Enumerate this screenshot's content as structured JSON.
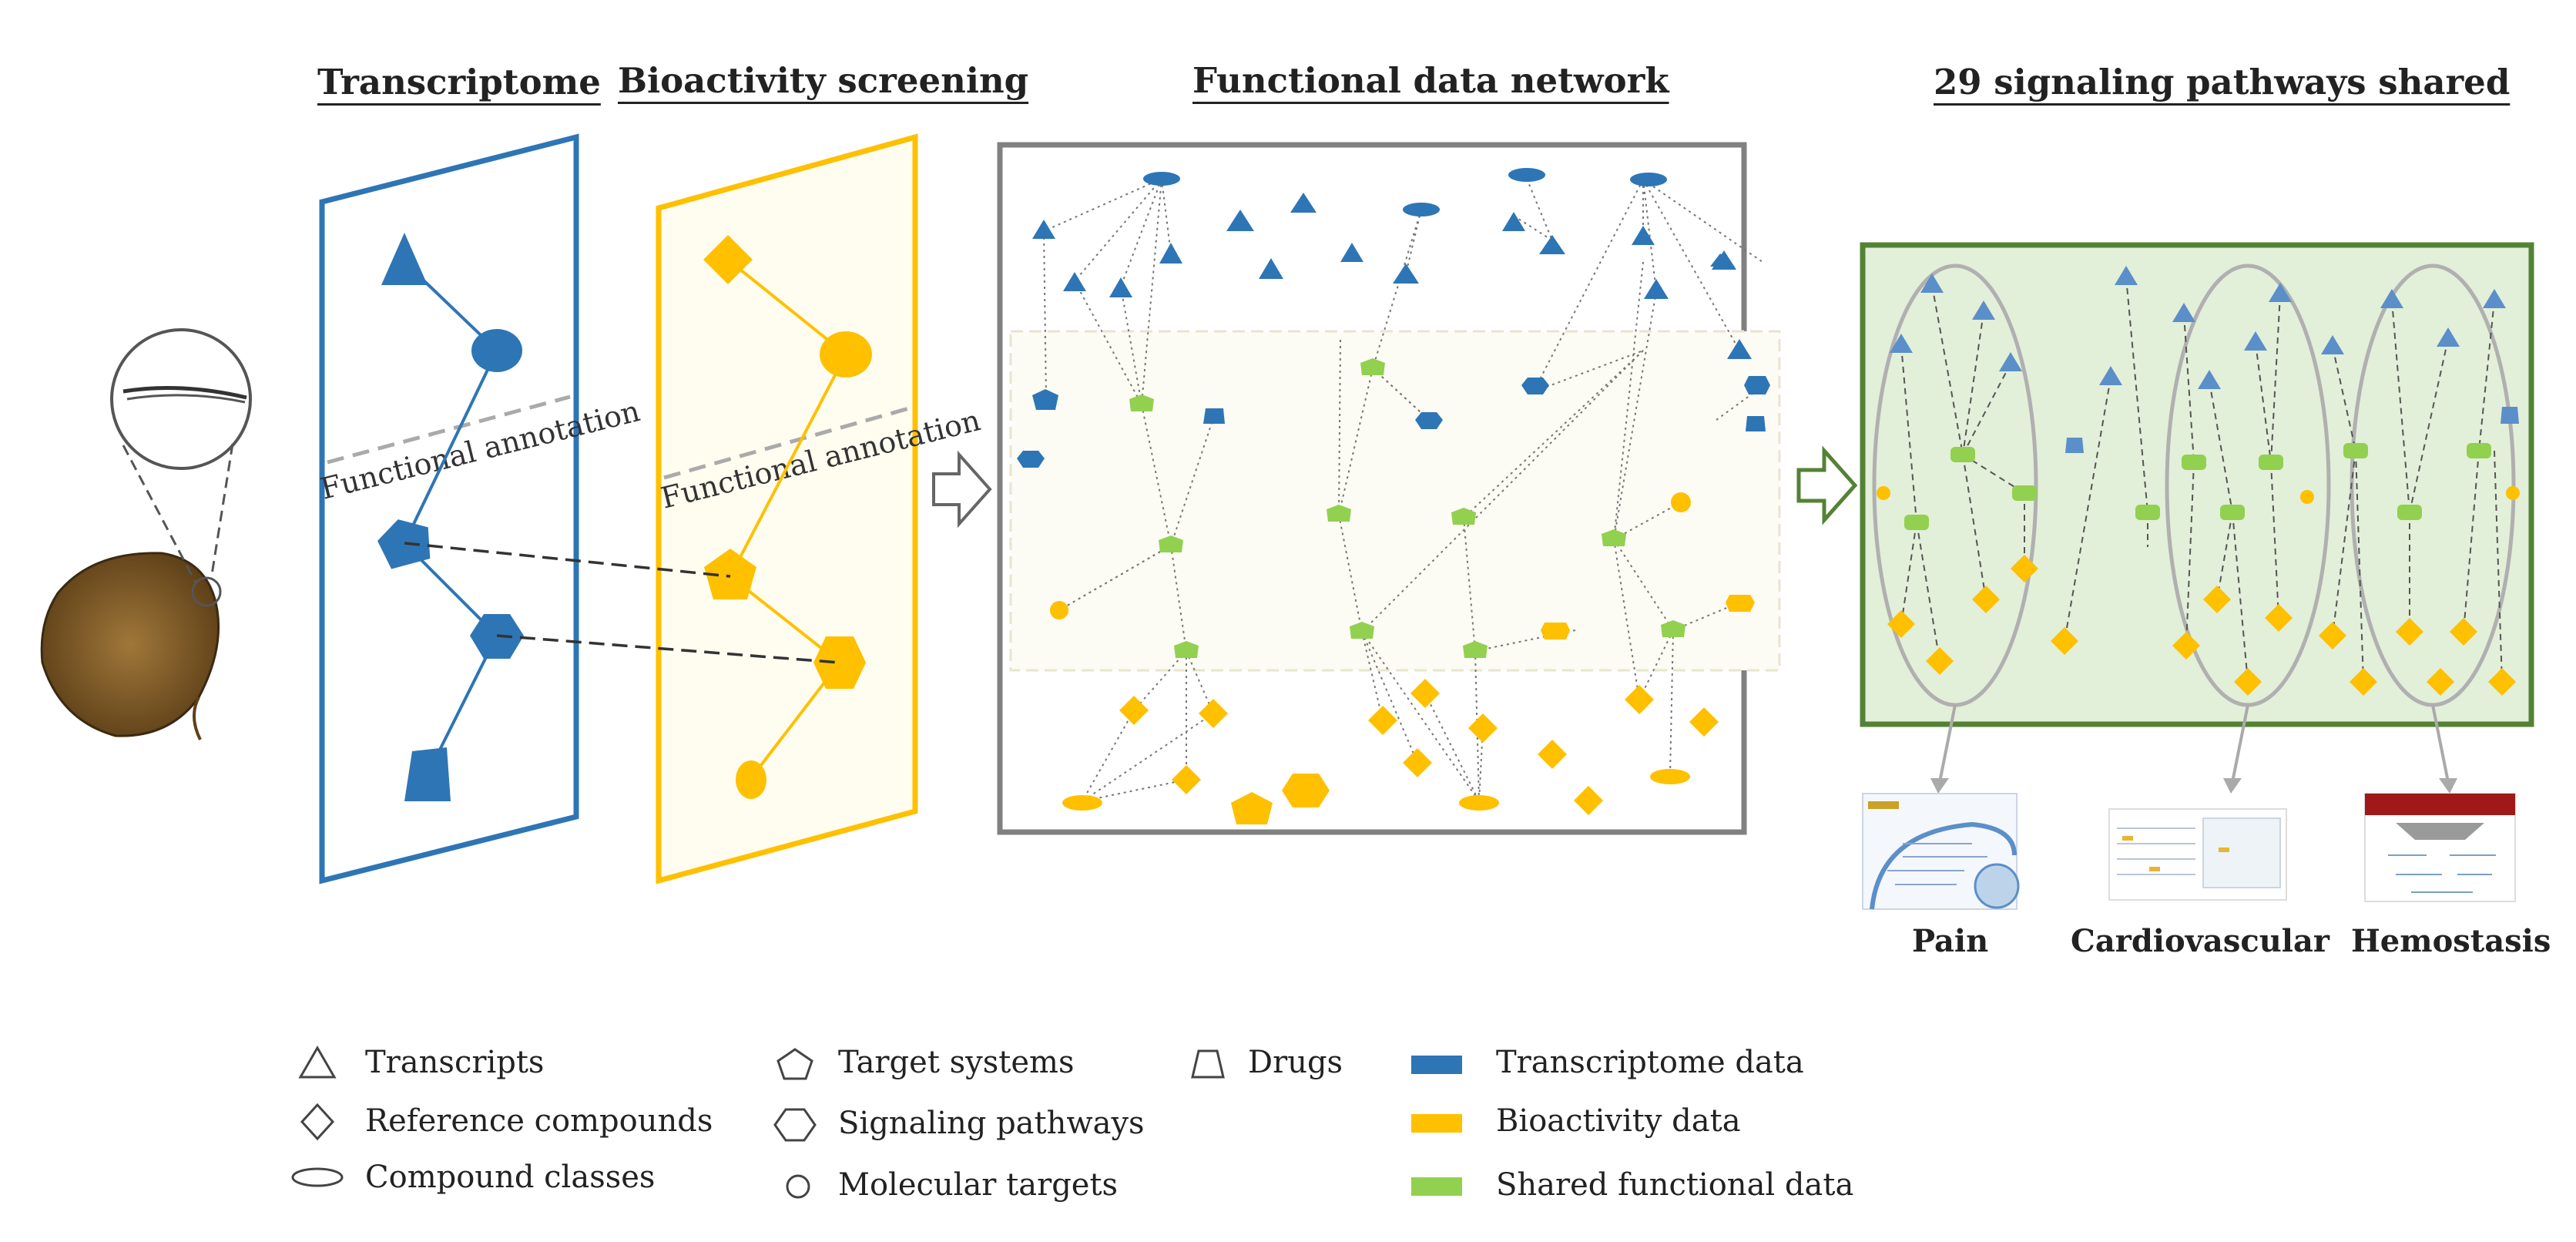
{
  "headers": {
    "transcriptome": "Transcriptome",
    "bioactivity": "Bioactivity screening",
    "network": "Functional data network",
    "shared": "29 signaling pathways shared"
  },
  "panels": {
    "transcriptome_annotation": "Functional annotation",
    "bioactivity_annotation": "Functional annotation"
  },
  "pathways": [
    "Pain",
    "Cardiovascular",
    "Hemostasis"
  ],
  "legend": {
    "transcripts": "Transcripts",
    "reference_compounds": "Reference compounds",
    "compound_classes": "Compound classes",
    "target_systems": "Target systems",
    "signaling_pathways": "Signaling pathways",
    "molecular_targets": "Molecular targets",
    "drugs": "Drugs",
    "transcriptome_data": "Transcriptome data",
    "bioactivity_data": "Bioactivity data",
    "shared_functional_data": "Shared functional data"
  },
  "colors": {
    "transcriptome": "#2e75b6",
    "bioactivity": "#ffc000",
    "shared": "#92d050",
    "frame_green": "#548235",
    "frame_gray": "#808080"
  }
}
